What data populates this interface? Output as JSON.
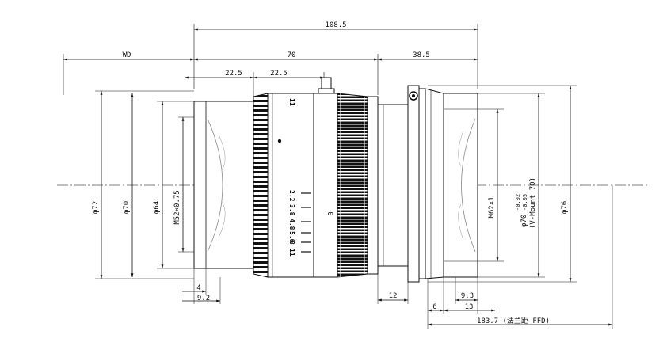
{
  "dimensions": {
    "total_length": "108.5",
    "wd": "WD",
    "body_length": "70",
    "mount_length": "38.5",
    "front_left": "22.5",
    "front_right": "22.5",
    "front_4": "4",
    "front_9_2": "9.2",
    "rear_12": "12",
    "rear_6": "6",
    "rear_9_3": "9.3",
    "rear_13": "13",
    "ffd": "183.7 (法兰距 FFD)"
  },
  "diameters": {
    "d72": "φ72",
    "d70": "φ70",
    "d64": "φ64",
    "m52": "M52×0.75",
    "m62": "M62×1",
    "d70_mount": "φ70",
    "tol_upper": "-0.02",
    "tol_lower": "-0.05",
    "v_mount": "(V-Mount 70)",
    "d76": "φ76"
  },
  "scale_marks": [
    "2.2",
    "3.8",
    "4.8",
    "5.6",
    "8",
    "11"
  ],
  "ring_mark": "0"
}
